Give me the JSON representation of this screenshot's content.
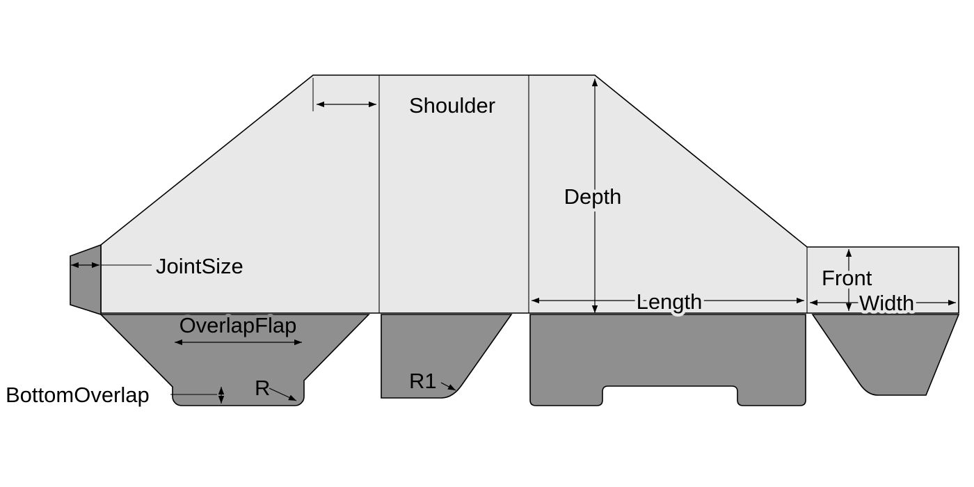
{
  "diagram": {
    "colors": {
      "background": "#ffffff",
      "panel_light": "#e8e8e8",
      "flap_dark": "#8f8f8f",
      "outline": "#000000"
    },
    "labels": {
      "shoulder": "Shoulder",
      "depth": "Depth",
      "joint_size": "JointSize",
      "length": "Length",
      "front": "Front",
      "width": "Width",
      "overlap_flap": "OverlapFlap",
      "bottom_overlap": "BottomOverlap",
      "r": "R",
      "r1": "R1"
    }
  }
}
